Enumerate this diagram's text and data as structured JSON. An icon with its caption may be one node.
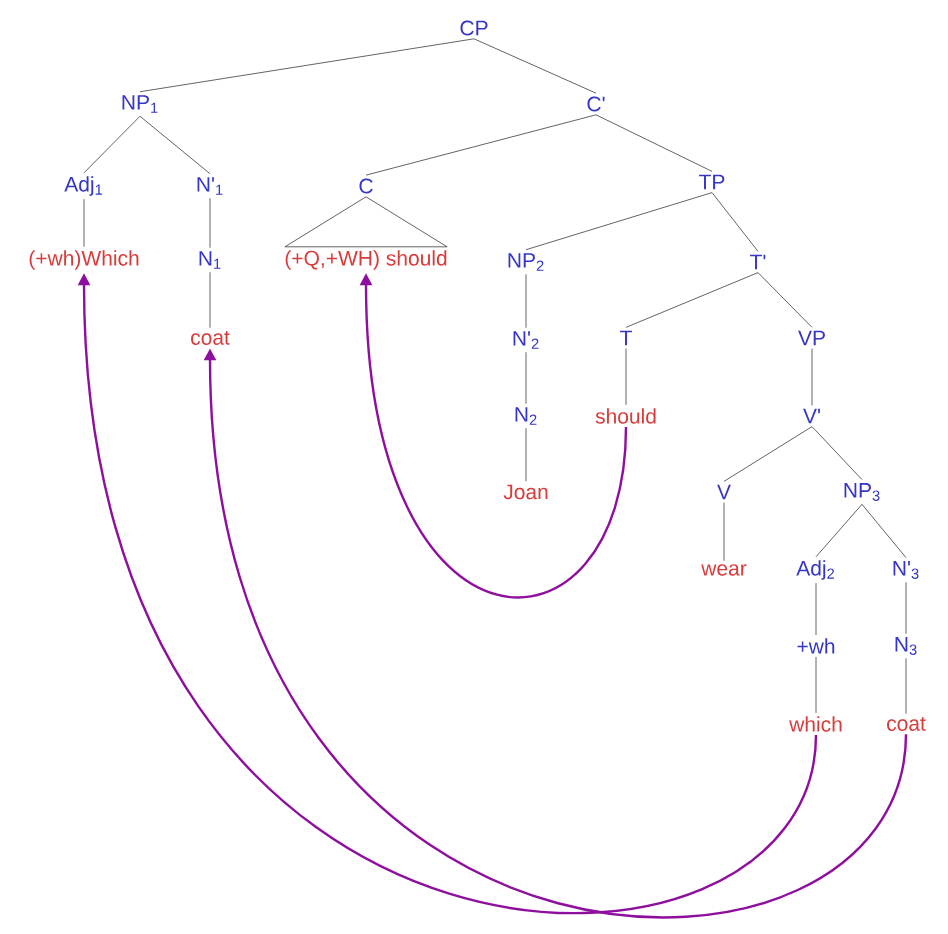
{
  "diagram": {
    "nodes": [
      {
        "text": [
          "CP"
        ]
      },
      {
        "text": [
          "NP$_{1}$"
        ]
      },
      {
        "text": [
          "C'"
        ]
      },
      {
        "text": [
          "Adj$_{1}$"
        ]
      },
      {
        "text": [
          "N'$_{1}$"
        ]
      },
      {
        "text": [
          "C"
        ]
      },
      {
        "text": [
          "TP"
        ]
      },
      {
        "text": [
          "(+wh)Which"
        ]
      },
      {
        "text": [
          "N$_{1}$"
        ]
      },
      {
        "text": [
          "(+Q,+WH) should"
        ]
      },
      {
        "text": [
          "NP$_{2}$"
        ]
      },
      {
        "text": [
          "T'"
        ]
      },
      {
        "text": [
          "coat"
        ]
      },
      {
        "text": [
          "N'$_{2}$"
        ]
      },
      {
        "text": [
          "T"
        ]
      },
      {
        "text": [
          "VP"
        ]
      },
      {
        "text": [
          "N$_{2}$"
        ]
      },
      {
        "text": [
          "should"
        ]
      },
      {
        "text": [
          "V'"
        ]
      },
      {
        "text": [
          "Joan"
        ]
      },
      {
        "text": [
          "V"
        ]
      },
      {
        "text": [
          "NP$_{3}$"
        ]
      },
      {
        "text": [
          "wear"
        ]
      },
      {
        "text": [
          "Adj$_{2}$"
        ]
      },
      {
        "text": [
          "N'$_{3}$"
        ]
      },
      {
        "text": [
          "+wh"
        ]
      },
      {
        "text": [
          "N$_{3}$"
        ]
      },
      {
        "text": [
          "which"
        ]
      },
      {
        "text": [
          "coat"
        ]
      }
    ],
    "edges": [
      {
        "from": 0,
        "to": 1,
        "arrow": "none"
      },
      {
        "from": 0,
        "to": 2,
        "arrow": "none"
      },
      {
        "from": 1,
        "to": 3,
        "arrow": "none"
      },
      {
        "from": 1,
        "to": 4,
        "arrow": "none"
      },
      {
        "from": 2,
        "to": 5,
        "arrow": "none"
      },
      {
        "from": 2,
        "to": 6,
        "arrow": "none"
      },
      {
        "from": 3,
        "to": 7,
        "arrow": "none"
      },
      {
        "from": 4,
        "to": 8,
        "arrow": "none"
      },
      {
        "from": 5,
        "to": 9,
        "arrow": "none"
      },
      {
        "from": 6,
        "to": 10,
        "arrow": "none"
      },
      {
        "from": 6,
        "to": 11,
        "arrow": "none"
      },
      {
        "from": 8,
        "to": 12,
        "arrow": "none"
      },
      {
        "from": 10,
        "to": 13,
        "arrow": "none"
      },
      {
        "from": 11,
        "to": 14,
        "arrow": "none"
      },
      {
        "from": 11,
        "to": 15,
        "arrow": "none"
      },
      {
        "from": 13,
        "to": 16,
        "arrow": "none"
      },
      {
        "from": 14,
        "to": 17,
        "arrow": "none"
      },
      {
        "from": 15,
        "to": 18,
        "arrow": "none"
      },
      {
        "from": 16,
        "to": 19,
        "arrow": "none"
      },
      {
        "from": 18,
        "to": 20,
        "arrow": "none"
      },
      {
        "from": 18,
        "to": 21,
        "arrow": "none"
      },
      {
        "from": 20,
        "to": 22,
        "arrow": "none"
      },
      {
        "from": 21,
        "to": 23,
        "arrow": "none"
      },
      {
        "from": 21,
        "to": 24,
        "arrow": "none"
      },
      {
        "from": 23,
        "to": 25,
        "arrow": "none"
      },
      {
        "from": 24,
        "to": 26,
        "arrow": "none"
      },
      {
        "from": 25,
        "to": 27,
        "arrow": "none"
      },
      {
        "from": 26,
        "to": 28,
        "arrow": "none"
      },
      {
        "from": 17,
        "to": 9,
        "arrow": "to",
        "color": "#8e0f9e"
      },
      {
        "from": 27,
        "to": 7,
        "arrow": "to",
        "color": "#8e0f9e"
      },
      {
        "from": 28,
        "to": 12,
        "arrow": "to",
        "color": "#8e0f9e"
      }
    ]
  }
}
